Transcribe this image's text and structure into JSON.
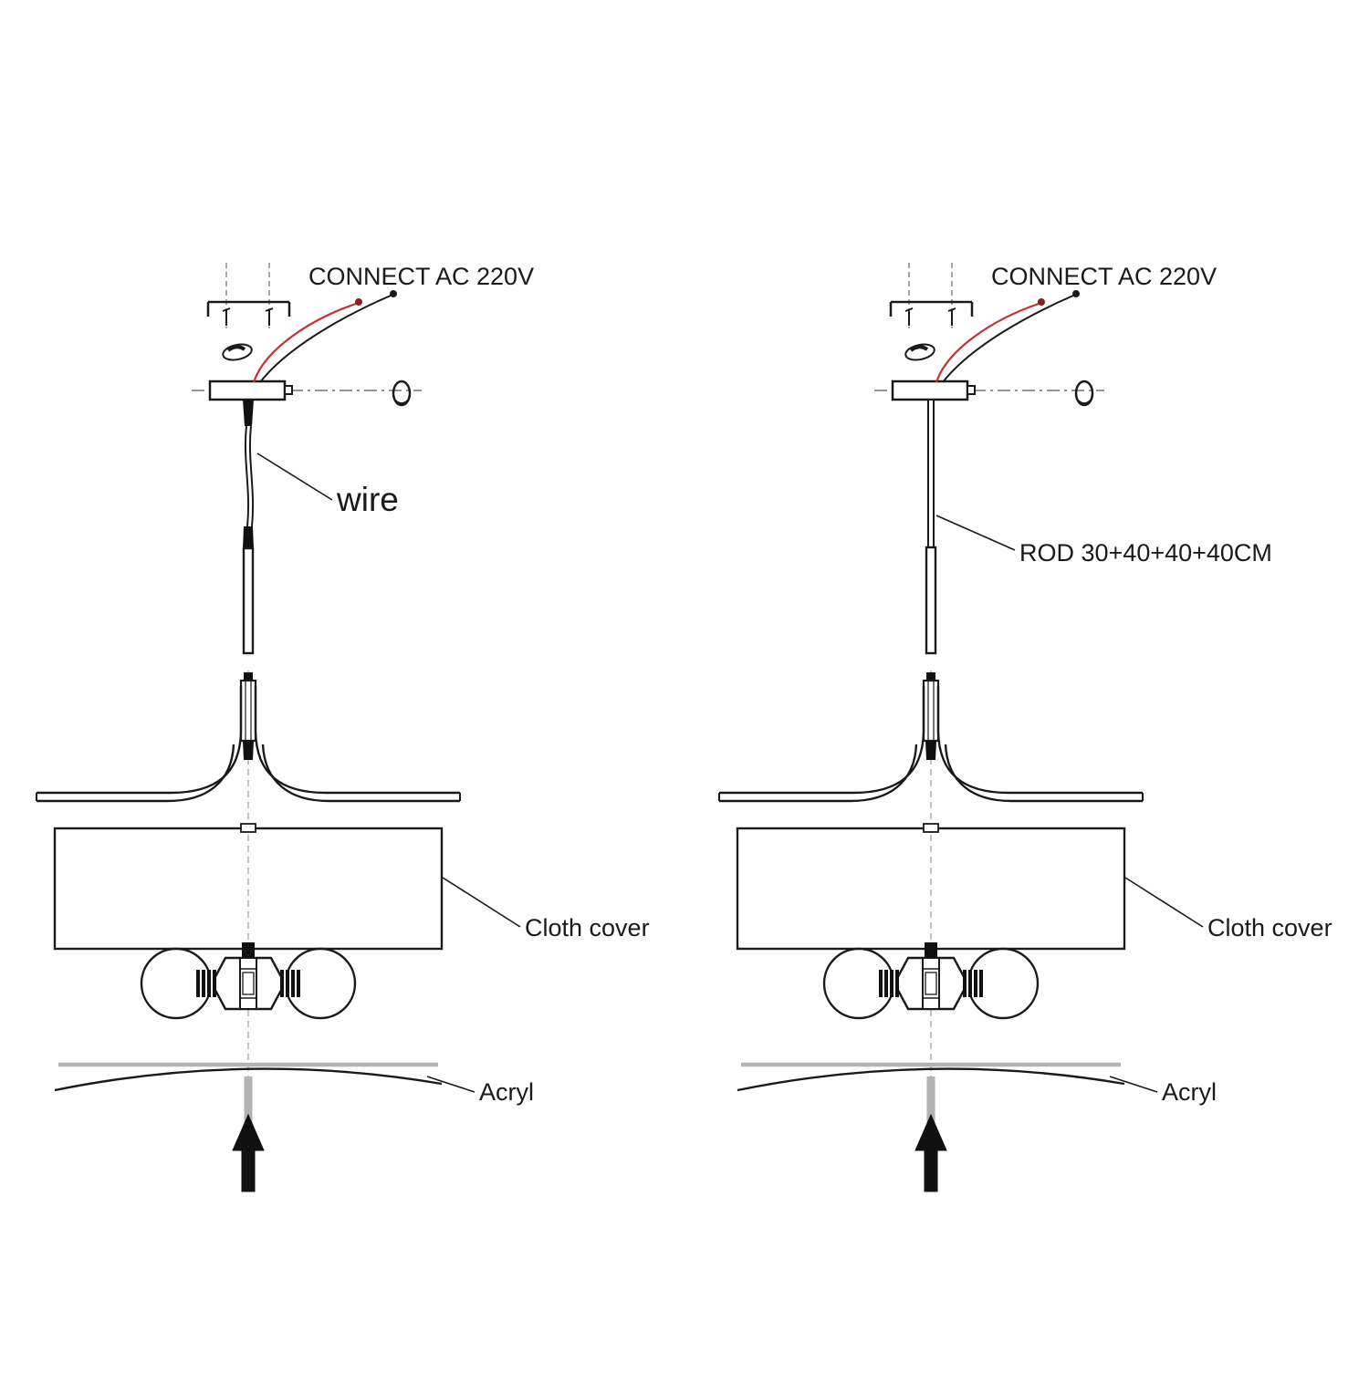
{
  "diagram": {
    "colors": {
      "line": "#1a1a1a",
      "red_wire": "#c43131",
      "red_dot": "#8c1f1f",
      "gray": "#b3b3b3"
    },
    "left": {
      "connect_label": "CONNECT AC 220V",
      "suspension_label": "wire",
      "cloth_cover_label": "Cloth cover",
      "acryl_label": "Acryl"
    },
    "right": {
      "connect_label": "CONNECT AC 220V",
      "suspension_label": "ROD 30+40+40+40CM",
      "cloth_cover_label": "Cloth cover",
      "acryl_label": "Acryl"
    }
  }
}
